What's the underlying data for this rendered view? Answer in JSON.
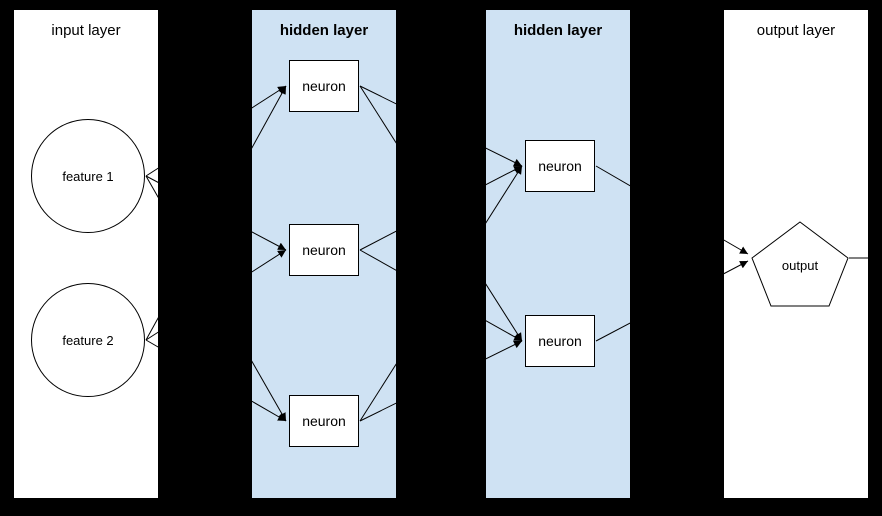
{
  "diagram": {
    "panels": [
      {
        "title": "input layer"
      },
      {
        "title": "hidden layer"
      },
      {
        "title": "hidden layer"
      },
      {
        "title": "output layer"
      }
    ],
    "input_nodes": [
      {
        "label": "feature 1"
      },
      {
        "label": "feature 2"
      }
    ],
    "hidden1_nodes": [
      {
        "label": "neuron"
      },
      {
        "label": "neuron"
      },
      {
        "label": "neuron"
      }
    ],
    "hidden2_nodes": [
      {
        "label": "neuron"
      },
      {
        "label": "neuron"
      }
    ],
    "output_node": {
      "label": "output"
    }
  },
  "colors": {
    "canvas_bg": "#000000",
    "io_panel_bg": "#ffffff",
    "hidden_panel_bg": "#cfe2f3",
    "node_bg": "#ffffff",
    "stroke": "#000000"
  }
}
